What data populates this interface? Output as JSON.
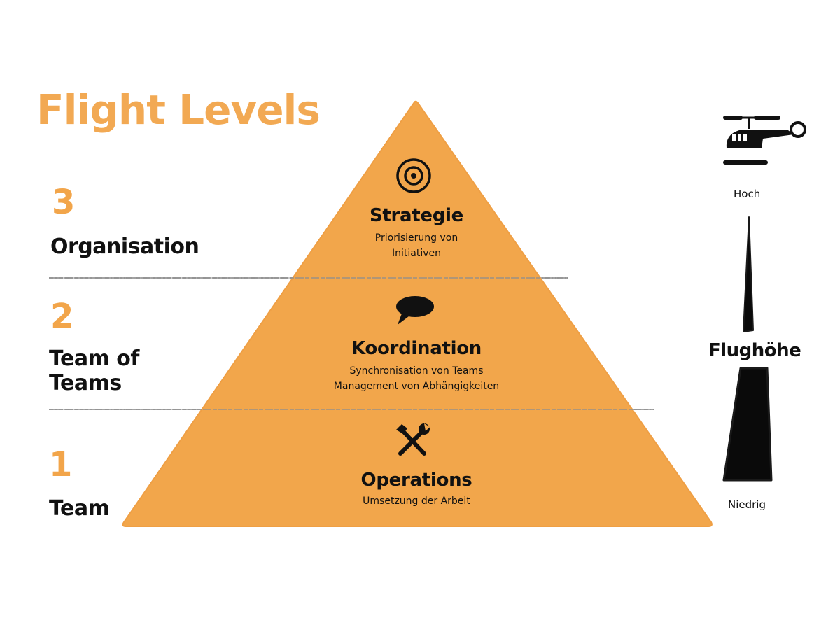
{
  "title": "Flight Levels",
  "colors": {
    "accent_orange": "#f2a54a",
    "pyramid_fill": "#f2a64b",
    "ink": "#111111",
    "separator": "#9a9a9a",
    "background": "#ffffff"
  },
  "levels": [
    {
      "number": "3",
      "name_lines": [
        "Organisation"
      ],
      "section_title": "Strategie",
      "description_lines": [
        "Priorisierung von",
        "Initiativen"
      ],
      "icon": "target-icon"
    },
    {
      "number": "2",
      "name_lines": [
        "Team of",
        "Teams"
      ],
      "section_title": "Koordination",
      "description_lines": [
        "Synchronisation von Teams",
        "Management von Abhängigkeiten"
      ],
      "icon": "speech-bubble-icon"
    },
    {
      "number": "1",
      "name_lines": [
        "Team"
      ],
      "section_title": "Operations",
      "description_lines": [
        "Umsetzung der Arbeit"
      ],
      "icon": "hammer-wrench-icon"
    }
  ],
  "altitude_scale": {
    "icon": "helicopter-icon",
    "high_label": "Hoch",
    "axis_label": "Flughöhe",
    "low_label": "Niedrig"
  }
}
